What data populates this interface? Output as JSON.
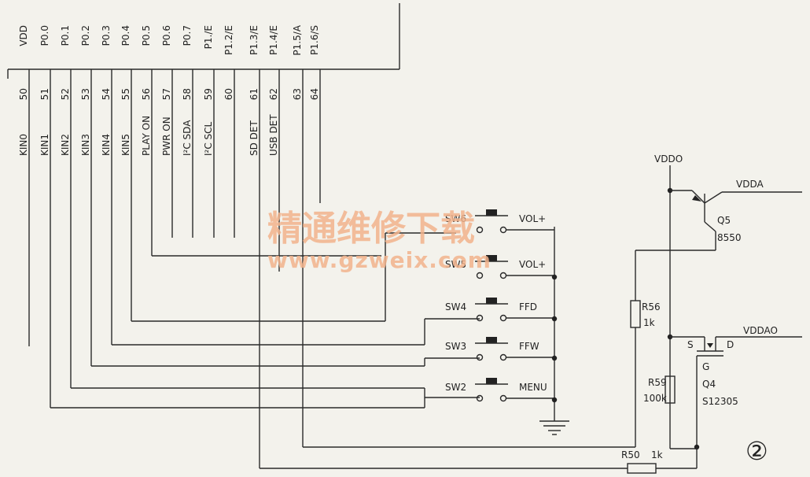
{
  "ic": {
    "pins": [
      {
        "num": "50",
        "name": "VDD",
        "signal": "KIN0"
      },
      {
        "num": "51",
        "name": "P0.0",
        "signal": "KIN1"
      },
      {
        "num": "52",
        "name": "P0.1",
        "signal": "KIN2"
      },
      {
        "num": "53",
        "name": "P0.2",
        "signal": "KIN3"
      },
      {
        "num": "54",
        "name": "P0.3",
        "signal": "KIN4"
      },
      {
        "num": "55",
        "name": "P0.4",
        "signal": "KIN5"
      },
      {
        "num": "56",
        "name": "P0.5",
        "signal": "PLAY ON"
      },
      {
        "num": "57",
        "name": "P0.6",
        "signal": "PWR ON"
      },
      {
        "num": "58",
        "name": "P0.7",
        "signal": "I²C SDA"
      },
      {
        "num": "59",
        "name": "P1./E",
        "signal": "I²C SCL"
      },
      {
        "num": "60",
        "name": "P1.2/E",
        "signal": ""
      },
      {
        "num": "61",
        "name": "P1.3/E",
        "signal": "SD DET"
      },
      {
        "num": "62",
        "name": "P1.4/E",
        "signal": "USB DET"
      },
      {
        "num": "63",
        "name": "P1.5/A",
        "signal": ""
      },
      {
        "num": "64",
        "name": "P1.6/S",
        "signal": ""
      }
    ]
  },
  "switches": [
    {
      "ref": "SW6",
      "func": "VOL+"
    },
    {
      "ref": "SW5",
      "func": "VOL+"
    },
    {
      "ref": "SW4",
      "func": "FFD"
    },
    {
      "ref": "SW3",
      "func": "FFW"
    },
    {
      "ref": "SW2",
      "func": "MENU"
    }
  ],
  "power": {
    "vddo": "VDDO",
    "vdda": "VDDA",
    "vddao": "VDDAO"
  },
  "q5": {
    "ref": "Q5",
    "part": "8550"
  },
  "q4": {
    "ref": "Q4",
    "part": "S12305",
    "s": "S",
    "d": "D",
    "g": "G"
  },
  "r56": {
    "ref": "R56",
    "value": "1k"
  },
  "r59": {
    "ref": "R59",
    "value": "100k"
  },
  "r50": {
    "ref": "R50",
    "value": "1k"
  },
  "figure_mark": "②",
  "watermark": {
    "line1": "精通维修下载",
    "line2": "www.gzweix.com"
  }
}
